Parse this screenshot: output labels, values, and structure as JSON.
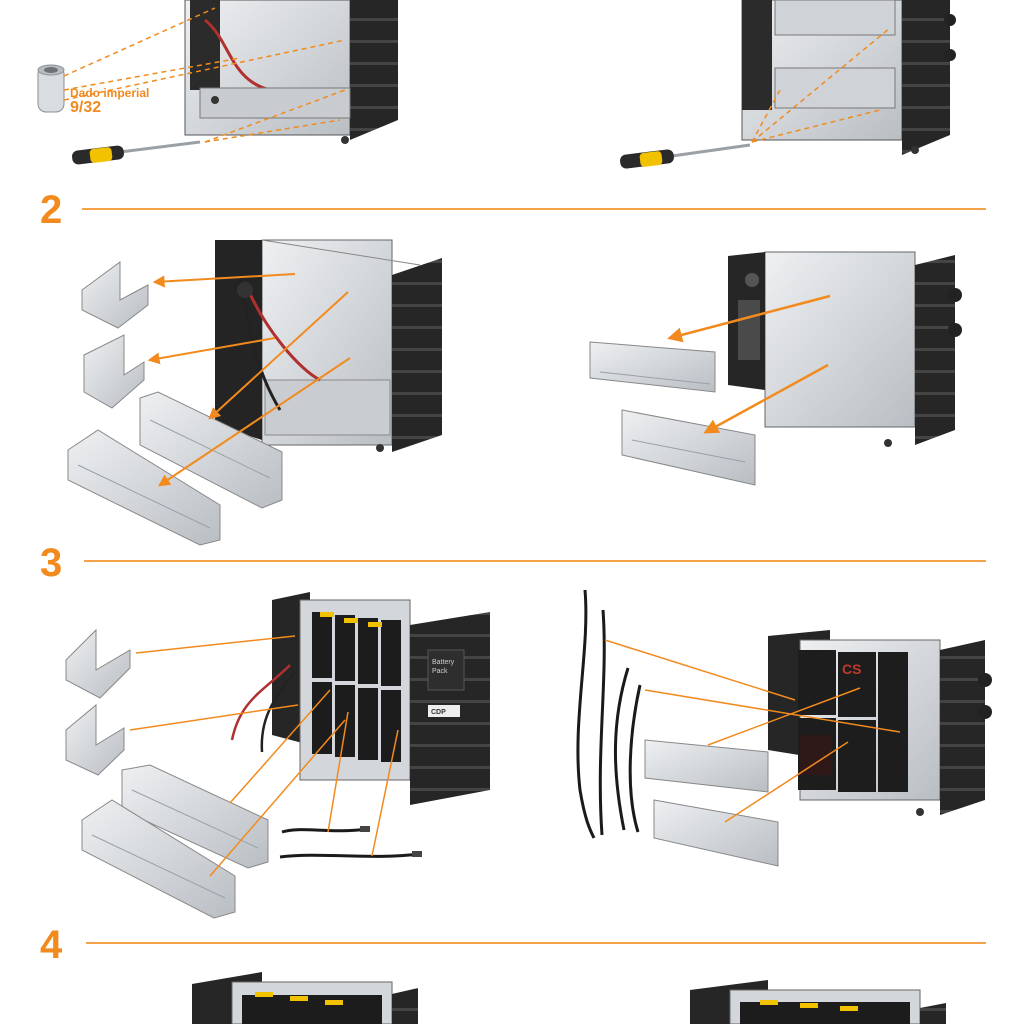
{
  "steps": [
    {
      "number": "2"
    },
    {
      "number": "3"
    },
    {
      "number": "4"
    }
  ],
  "socket": {
    "label_line1": "Dado imperial",
    "label_line2": "9/32"
  },
  "battery_pack": {
    "front_label_line1": "Battery",
    "front_label_line2": "Pack",
    "brand": "CDP"
  },
  "colors": {
    "accent": "#f28a1e",
    "cabinet_dark": "#2b2b2b",
    "metal": "#d6d9dc",
    "battery_black": "#1c1c1c",
    "battery_red_label": "#c0392b"
  }
}
